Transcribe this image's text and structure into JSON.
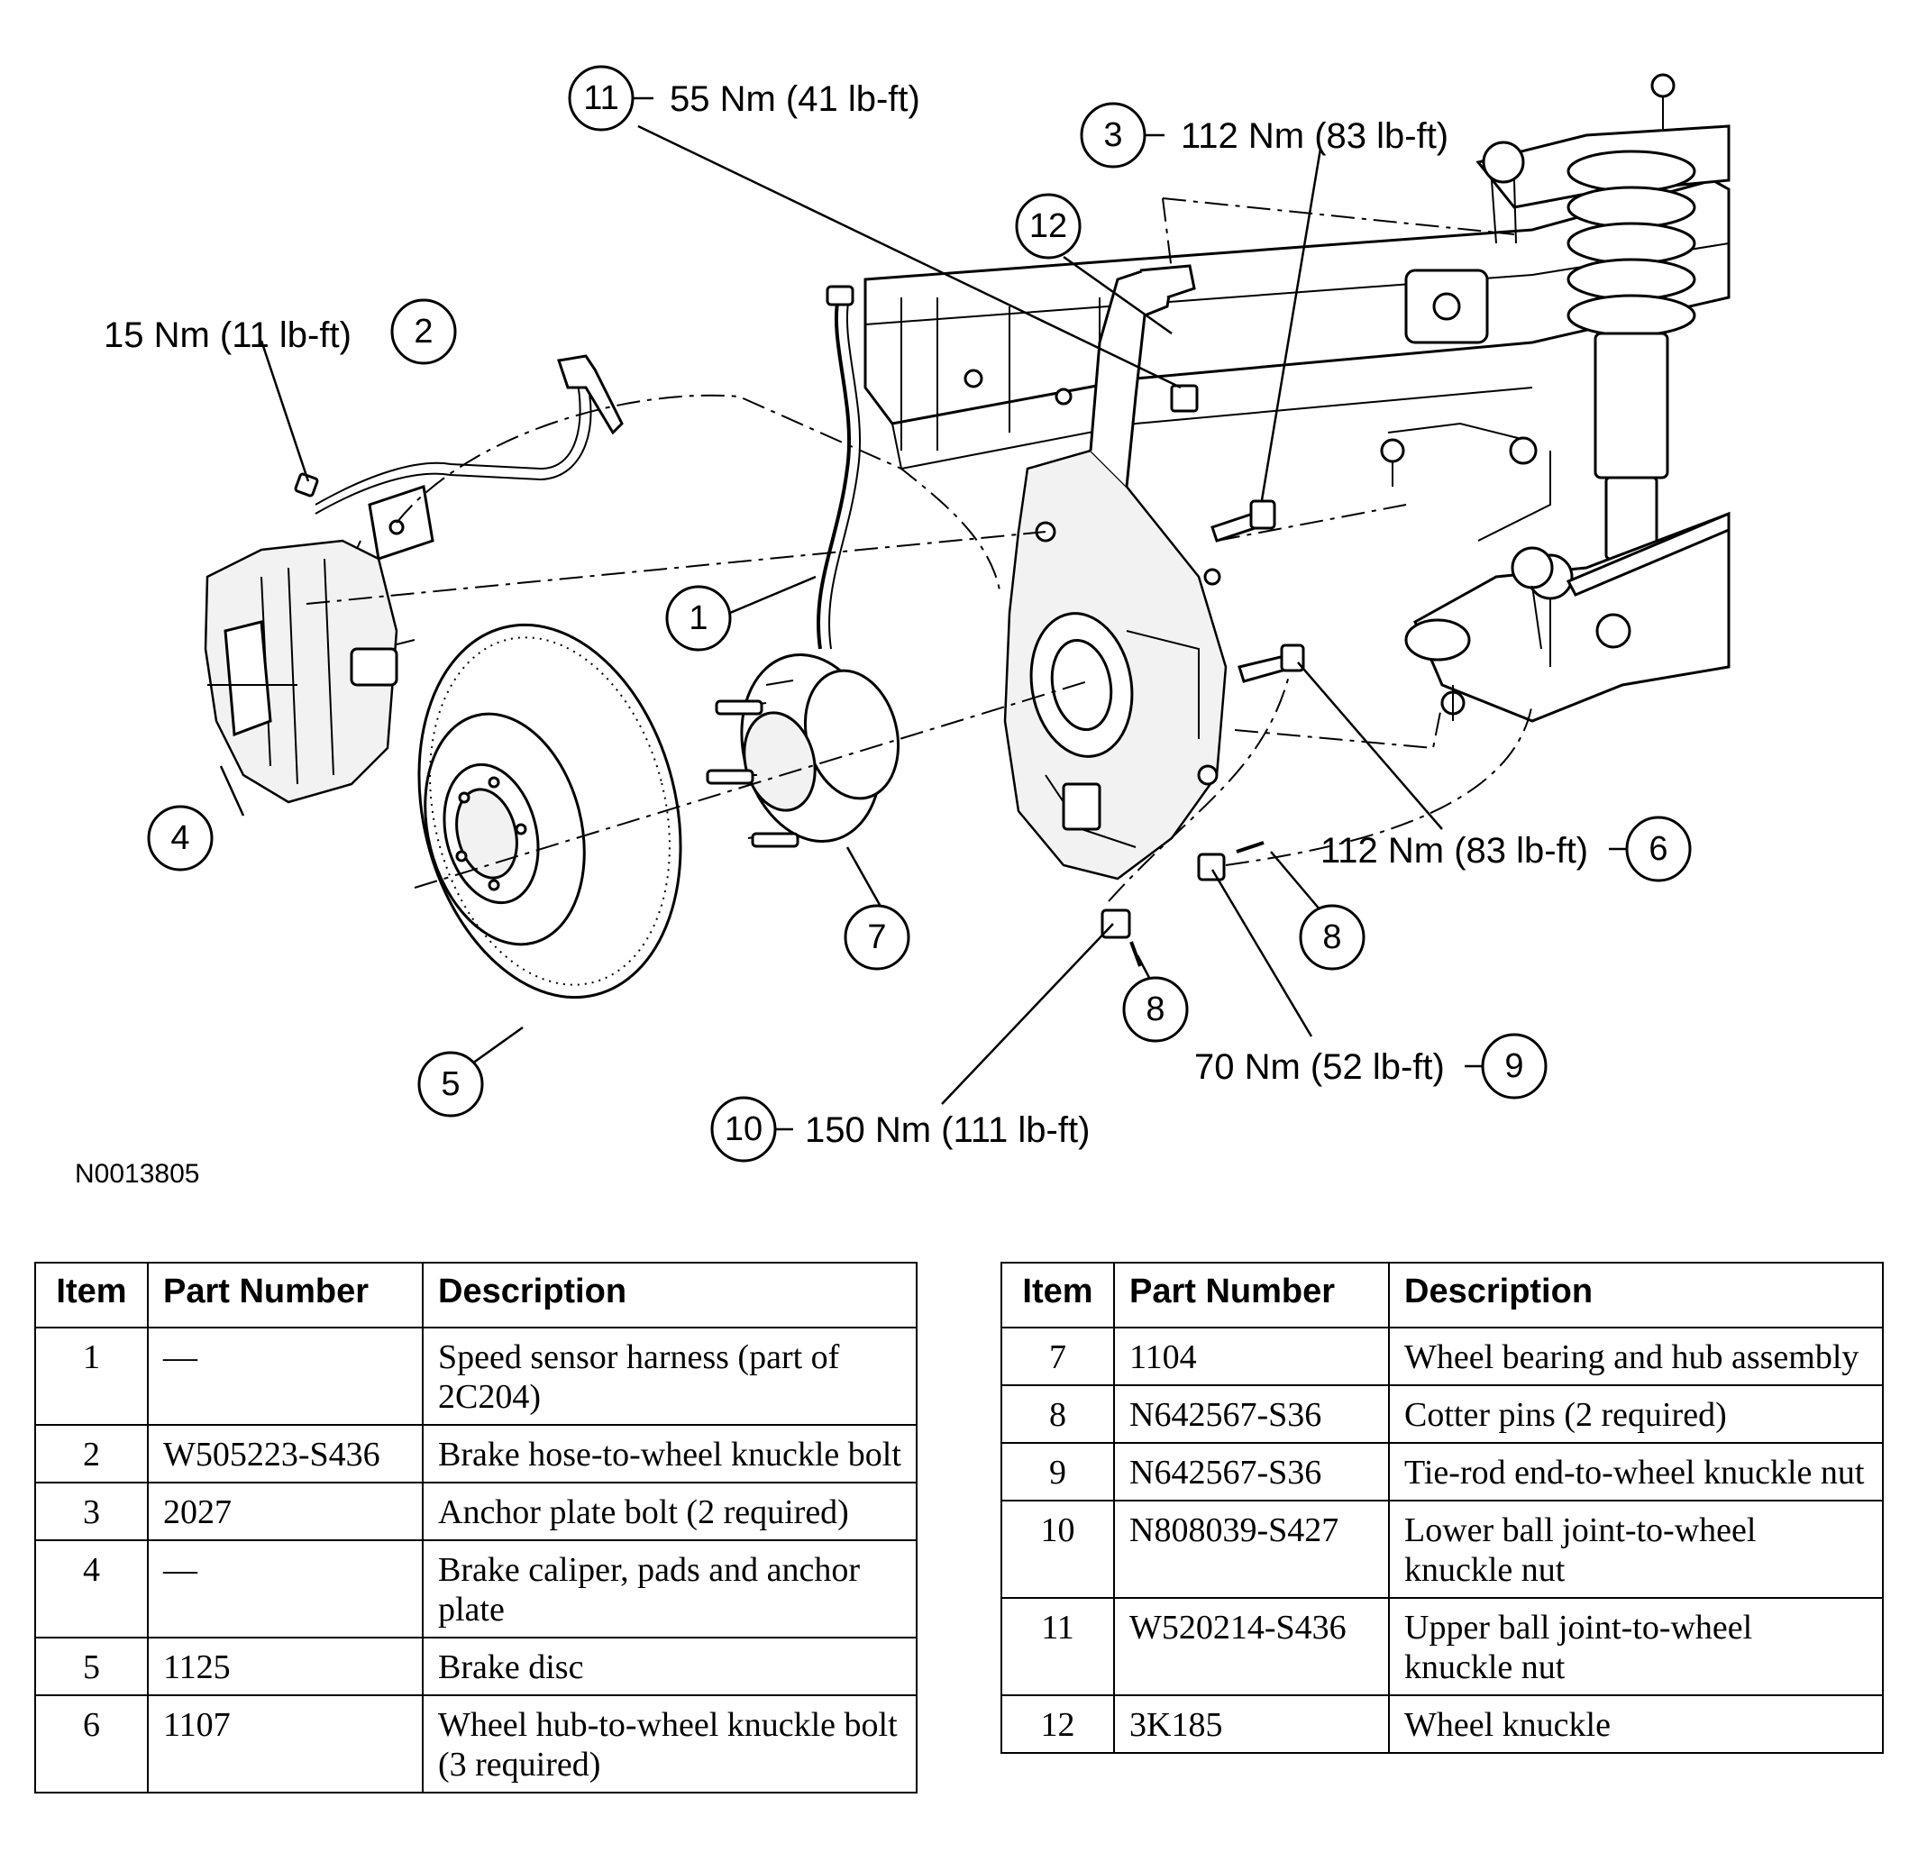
{
  "figure_id": "N0013805",
  "callouts": [
    {
      "number": "1",
      "torque": ""
    },
    {
      "number": "2",
      "torque": "15 Nm (11 lb-ft)"
    },
    {
      "number": "3",
      "torque": "112 Nm (83 lb-ft)"
    },
    {
      "number": "4",
      "torque": ""
    },
    {
      "number": "5",
      "torque": ""
    },
    {
      "number": "6",
      "torque": "112 Nm (83 lb-ft)"
    },
    {
      "number": "7",
      "torque": ""
    },
    {
      "number": "8",
      "torque": ""
    },
    {
      "number": "8",
      "torque": ""
    },
    {
      "number": "9",
      "torque": "70 Nm (52 lb-ft)"
    },
    {
      "number": "10",
      "torque": "150 Nm (111 lb-ft)"
    },
    {
      "number": "11",
      "torque": "55 Nm (41 lb-ft)"
    },
    {
      "number": "12",
      "torque": ""
    }
  ],
  "table_headers": {
    "item": "Item",
    "part_number": "Part Number",
    "description": "Description"
  },
  "table_left": [
    {
      "item": "1",
      "part_number": "—",
      "description": "Speed sensor harness (part of 2C204)"
    },
    {
      "item": "2",
      "part_number": "W505223-S436",
      "description": "Brake hose-to-wheel knuckle bolt"
    },
    {
      "item": "3",
      "part_number": "2027",
      "description": "Anchor plate bolt (2 required)"
    },
    {
      "item": "4",
      "part_number": "—",
      "description": "Brake caliper, pads and anchor plate"
    },
    {
      "item": "5",
      "part_number": "1125",
      "description": "Brake disc"
    },
    {
      "item": "6",
      "part_number": "1107",
      "description": "Wheel hub-to-wheel knuckle bolt (3 required)"
    }
  ],
  "table_right": [
    {
      "item": "7",
      "part_number": "1104",
      "description": "Wheel bearing and hub assembly"
    },
    {
      "item": "8",
      "part_number": "N642567-S36",
      "description": "Cotter pins (2 required)"
    },
    {
      "item": "9",
      "part_number": "N642567-S36",
      "description": "Tie-rod end-to-wheel knuckle nut"
    },
    {
      "item": "10",
      "part_number": "N808039-S427",
      "description": "Lower ball joint-to-wheel knuckle nut"
    },
    {
      "item": "11",
      "part_number": "W520214-S436",
      "description": "Upper ball joint-to-wheel knuckle nut"
    },
    {
      "item": "12",
      "part_number": "3K185",
      "description": "Wheel knuckle"
    }
  ]
}
